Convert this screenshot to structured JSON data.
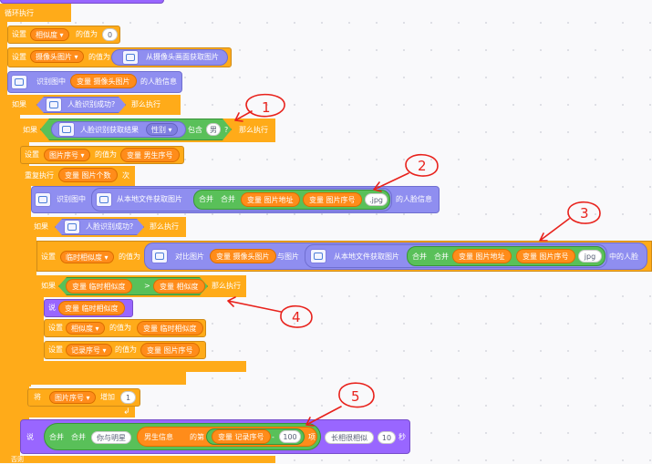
{
  "loop_label": "循环执行",
  "blocks": {
    "set_similarity": {
      "set": "设置",
      "var": "相似度",
      "mid": "的值为",
      "value": "0"
    },
    "set_camera_image": {
      "set": "设置",
      "var": "摄像头图片",
      "mid": "的值为",
      "reporter": "从摄像头画面获取图片"
    },
    "recognize_camera": {
      "pre": "识别图中",
      "var_label": "变量",
      "var_name": "摄像头图片",
      "post": "的人脸信息"
    },
    "if_face": {
      "if": "如果",
      "cond": "人脸识别成功?",
      "then": "那么执行"
    },
    "if_gender": {
      "if": "如果",
      "reporter": "人脸识别获取结果",
      "field": "性别",
      "contains": "包含",
      "value": "男",
      "q": "?",
      "then": "那么执行"
    },
    "set_pic_index": {
      "set": "设置",
      "var": "图片序号",
      "mid": "的值为",
      "var_label": "变量",
      "var_name": "男生序号"
    },
    "repeat": {
      "label": "重复执行",
      "var_label": "变量",
      "var_name": "图片个数",
      "times": "次"
    },
    "recognize_local": {
      "pre": "识别图中",
      "from": "从本地文件获取图片",
      "join1": "合并",
      "join2": "合并",
      "var_label": "变量",
      "var1": "图片地址",
      "var2": "图片序号",
      "ext": ".jpg",
      "post": "的人脸信息"
    },
    "if_face2": {
      "if": "如果",
      "cond": "人脸识别成功?",
      "then": "那么执行"
    },
    "set_temp_sim": {
      "set": "设置",
      "var": "临时相似度",
      "mid": "的值为",
      "compare": "对比图片",
      "var_label": "变量",
      "var_cam": "摄像头图片",
      "with": "与图片",
      "from": "从本地文件获取图片",
      "join1": "合并",
      "join2": "合并",
      "var1": "图片地址",
      "var2": "图片序号",
      "ext": "jpg",
      "post": "中的人脸"
    },
    "if_greater": {
      "if": "如果",
      "var_label": "变量",
      "left": "临时相似度",
      "op": ">",
      "right": "相似度",
      "then": "那么执行"
    },
    "say_temp": {
      "say": "说",
      "var_label": "变量",
      "var_name": "临时相似度"
    },
    "set_similarity2": {
      "set": "设置",
      "var": "相似度",
      "mid": "的值为",
      "var_label": "变量",
      "var_name": "临时相似度"
    },
    "set_record": {
      "set": "设置",
      "var": "记录序号",
      "mid": "的值为",
      "var_label": "变量",
      "var_name": "图片序号"
    },
    "change_index": {
      "change": "将",
      "var": "图片序号",
      "inc": "增加",
      "value": "1"
    },
    "say_final": {
      "say": "说",
      "join1": "合并",
      "join2": "合并",
      "s1": "你与明星",
      "list": "男生信息",
      "of": "的第",
      "var_label": "变量",
      "var_name": "记录序号",
      "minus": "-",
      "num": "100",
      "item": "项",
      "s2": "长相很相似",
      "secs": "10",
      "sec_label": "秒"
    },
    "footer": "否则"
  },
  "annotations": [
    "1",
    "2",
    "3",
    "4",
    "5"
  ],
  "colors": {
    "control": "#ffab19",
    "variables": "#ff8c1a",
    "operators": "#59c059",
    "sensing": "#9966ff",
    "ai": "#8f8ef0",
    "annotation": "#e8221c"
  }
}
